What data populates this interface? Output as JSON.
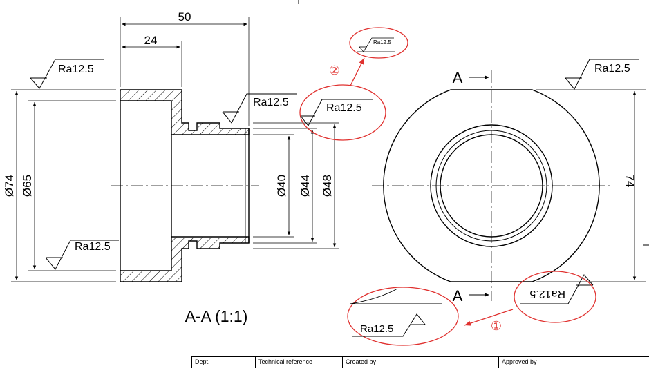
{
  "dimensions": {
    "overall_length": "50",
    "flange_length": "24",
    "outer_diameter": "Ø74",
    "flange_bore": "Ø65",
    "bore": "Ø40",
    "thread_root": "Ø44",
    "neck_outer": "Ø48",
    "end_view_height": "74"
  },
  "roughness": {
    "value": "Ra12.5"
  },
  "section": {
    "letter": "A",
    "view_label": "A-A (1:1)"
  },
  "annotations": {
    "callout_1": "①",
    "callout_2": "②"
  },
  "title_block": {
    "dept": "Dept.",
    "technical_reference": "Technical reference",
    "created_by": "Created by",
    "approved_by": "Approved by"
  },
  "colors": {
    "line": "#000000",
    "annotation": "#e0312f"
  }
}
